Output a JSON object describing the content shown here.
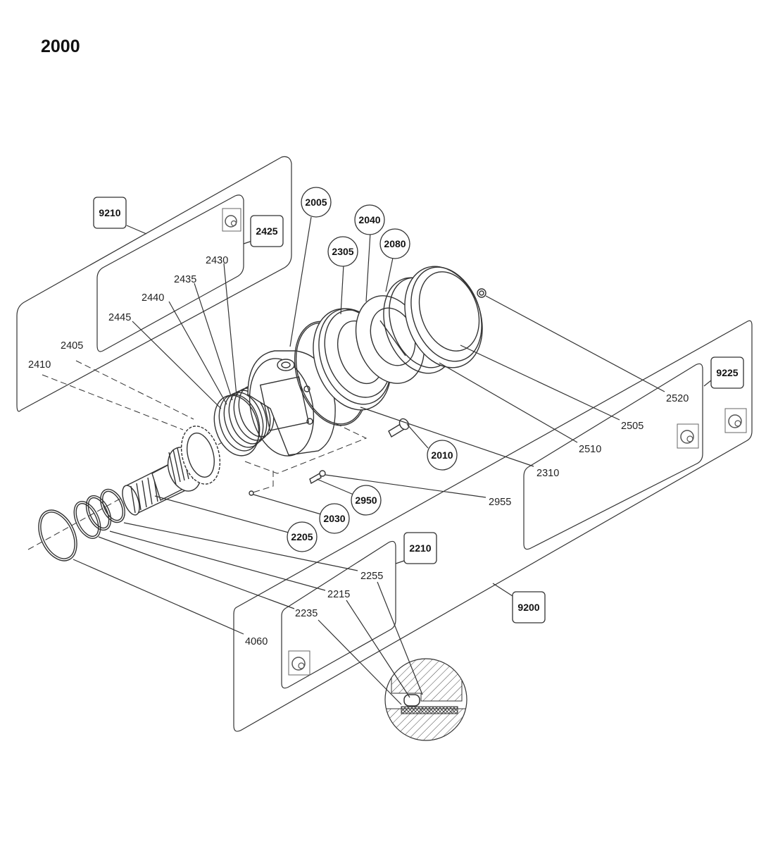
{
  "title": "2000",
  "callouts_circle": {
    "c2005": "2005",
    "c2040": "2040",
    "c2305": "2305",
    "c2080": "2080",
    "c2010": "2010",
    "c2950": "2950",
    "c2030": "2030",
    "c2205": "2205"
  },
  "callouts_box": {
    "b9210": "9210",
    "b2425": "2425",
    "b9225": "9225",
    "b2210": "2210",
    "b9200": "9200"
  },
  "labels": {
    "l2430": "2430",
    "l2435": "2435",
    "l2440": "2440",
    "l2445": "2445",
    "l2405": "2405",
    "l2410": "2410",
    "l2520": "2520",
    "l2505": "2505",
    "l2510": "2510",
    "l2310": "2310",
    "l2955": "2955",
    "l2255": "2255",
    "l2215": "2215",
    "l2235": "2235",
    "l4060": "4060"
  }
}
